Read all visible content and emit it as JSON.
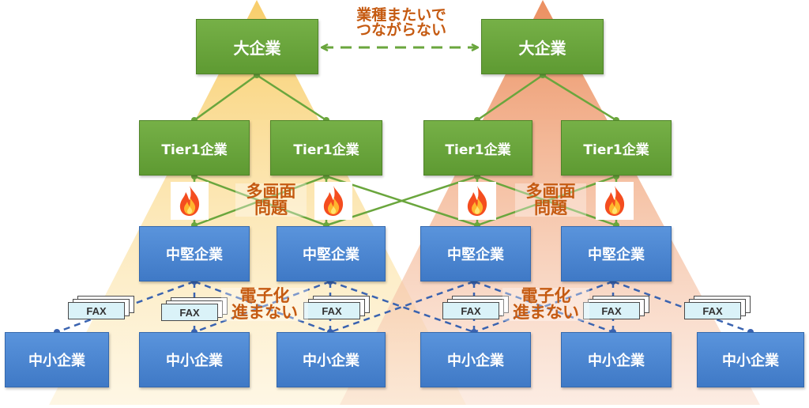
{
  "left": {
    "large": "大企業",
    "tier1": [
      "Tier1企業",
      "Tier1企業"
    ],
    "mid": [
      "中堅企業",
      "中堅企業"
    ],
    "small": [
      "中小企業",
      "中小企業",
      "中小企業"
    ]
  },
  "right": {
    "large": "大企業",
    "tier1": [
      "Tier1企業",
      "Tier1企業"
    ],
    "mid": [
      "中堅企業",
      "中堅企業"
    ],
    "small": [
      "中小企業",
      "中小企業",
      "中小企業"
    ]
  },
  "labels": {
    "cross_industry": [
      "業種またいで",
      "つながらない"
    ],
    "multi_screen": [
      "多画面",
      "問題"
    ],
    "no_digital": [
      "電子化",
      "進まない"
    ]
  },
  "fax_label": "FAX",
  "icons": {
    "fire": "fire-icon"
  },
  "colors": {
    "left_triangle": "#fbe4a6",
    "right_triangle": "#f4b183",
    "green": "#6aa63d",
    "blue": "#4a86d0",
    "label": "#c55a11",
    "dashed_blue": "#3a63b0"
  }
}
